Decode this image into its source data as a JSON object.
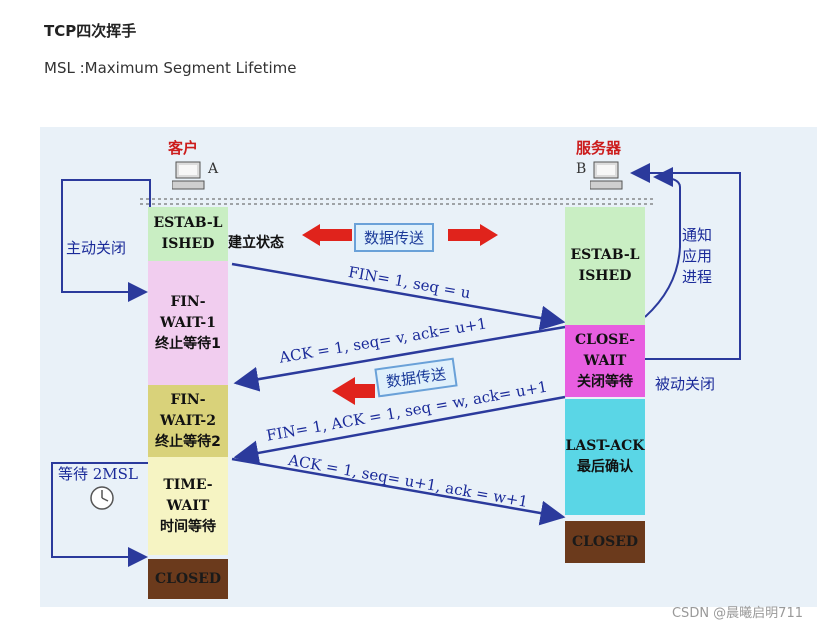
{
  "heading": "TCP四次挥手",
  "subline": "MSL :Maximum Segment Lifetime",
  "diagram": {
    "client_title": "客户",
    "client_letter": "A",
    "server_title": "服务器",
    "server_letter": "B",
    "client_states": {
      "established": "ESTAB-LISHED",
      "established_note": "建立状态",
      "fin_wait_1": "FIN-WAIT-1",
      "fin_wait_1_cn": "终止等待1",
      "fin_wait_2": "FIN-WAIT-2",
      "fin_wait_2_cn": "终止等待2",
      "time_wait": "TIME-WAIT",
      "time_wait_cn": "时间等待",
      "closed": "CLOSED"
    },
    "server_states": {
      "established": "ESTAB-LISHED",
      "close_wait": "CLOSE-WAIT",
      "close_wait_cn": "关闭等待",
      "last_ack": "LAST-ACK",
      "last_ack_cn": "最后确认",
      "closed": "CLOSED"
    },
    "data_transfer_1": "数据传送",
    "data_transfer_2": "数据传送",
    "msg_fin": "FIN= 1, seq = u",
    "msg_ack": "ACK = 1, seq= v, ack= u+1",
    "msg_fin_ack": "FIN= 1, ACK = 1, seq = w, ack= u+1",
    "msg_final_ack": "ACK = 1, seq= u+1, ack = w+1",
    "active_close": "主动关闭",
    "notify_app": "通知应用进程",
    "passive_close": "被动关闭",
    "wait_2msl": "等待 2MSL"
  },
  "watermark": "CSDN @晨曦启明711",
  "colors": {
    "established": "#c9eec3",
    "fin_wait_1": "#f1cdef",
    "fin_wait_2": "#d9d27a",
    "time_wait": "#f6f4c3",
    "closed": "#6b3a1c",
    "close_wait": "#e85ee0",
    "last_ack": "#5ad6e6",
    "arrow": "#2b3a9c",
    "red_arrow": "#e0231c"
  }
}
